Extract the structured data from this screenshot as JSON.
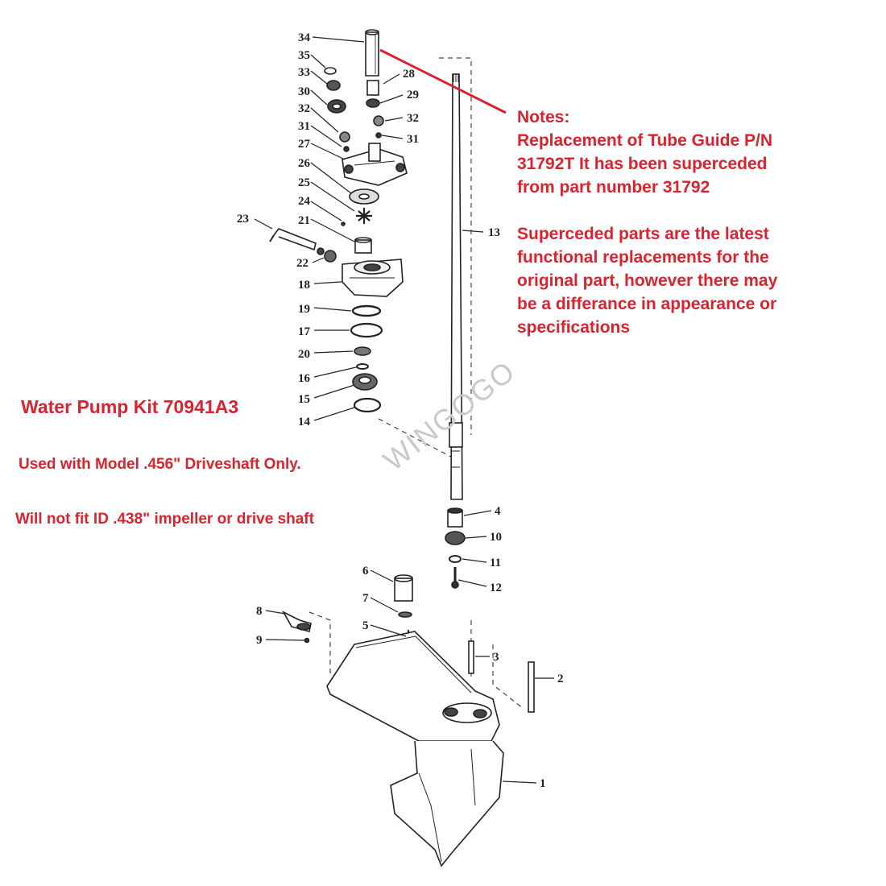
{
  "notes": {
    "heading": "Notes:",
    "lines": [
      "Replacement of Tube Guide P/N",
      "31792T It has been superceded",
      "from part number 31792",
      "",
      "Superceded parts are the latest",
      "functional replacements for the",
      "original part, however there may",
      "be a differance in appearance or",
      "specifications"
    ]
  },
  "kit": {
    "title": "Water Pump Kit 70941A3",
    "line1": "Used with Model .456\" Driveshaft Only.",
    "line2": "Will not fit ID .438\" impeller or drive shaft"
  },
  "watermark": "WINGOGO",
  "part_numbers": [
    "34",
    "35",
    "33",
    "30",
    "32",
    "31",
    "27",
    "26",
    "25",
    "24",
    "23",
    "21",
    "22",
    "18",
    "19",
    "17",
    "20",
    "16",
    "15",
    "14",
    "28",
    "29",
    "32",
    "31",
    "13",
    "4",
    "10",
    "11",
    "12",
    "6",
    "7",
    "5",
    "8",
    "9",
    "3",
    "2",
    "1"
  ],
  "colors": {
    "callout": "#d9232e",
    "ink": "#222222"
  }
}
